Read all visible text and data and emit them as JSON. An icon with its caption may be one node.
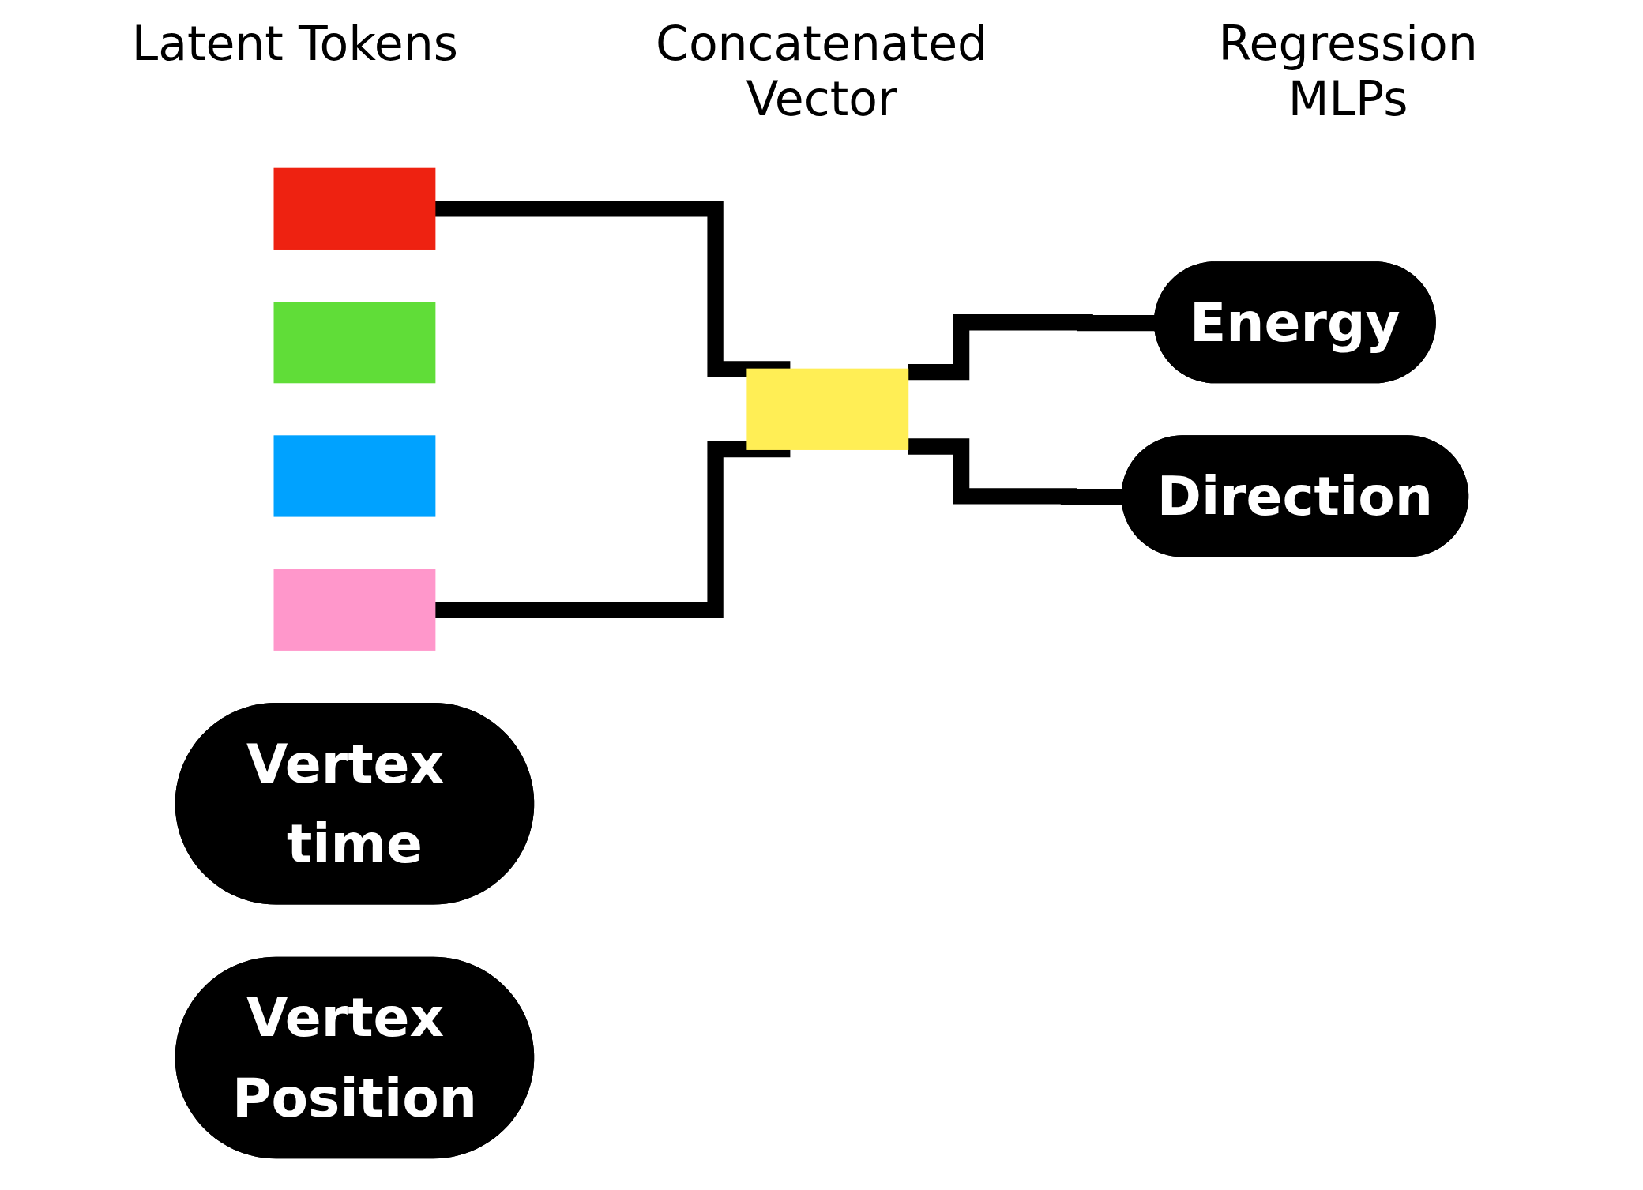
{
  "diagram": {
    "nodes": [
      {
        "text": [],
        "shape": "box"
      },
      {
        "text": [],
        "shape": "box"
      },
      {
        "text": [],
        "shape": "box"
      },
      {
        "text": [],
        "shape": "box"
      },
      {
        "text": [],
        "shape": "box"
      },
      {
        "text": [
          "Energy"
        ]
      },
      {
        "text": [
          "Vertex time"
        ]
      },
      {
        "text": [
          "Vertex Position"
        ]
      },
      {
        "text": [
          "Direction"
        ]
      }
    ],
    "edges": [
      {
        "from": 0,
        "to": 4,
        "arrow": "none"
      },
      {
        "from": 3,
        "to": 4,
        "arrow": "none"
      },
      {
        "from": 4,
        "to": 5,
        "arrow": "none"
      },
      {
        "from": 4,
        "to": 8,
        "arrow": "none"
      }
    ],
    "labels": [
      "Latent Tokens",
      "Concatenated Vector",
      "Regression MLPs"
    ]
  }
}
